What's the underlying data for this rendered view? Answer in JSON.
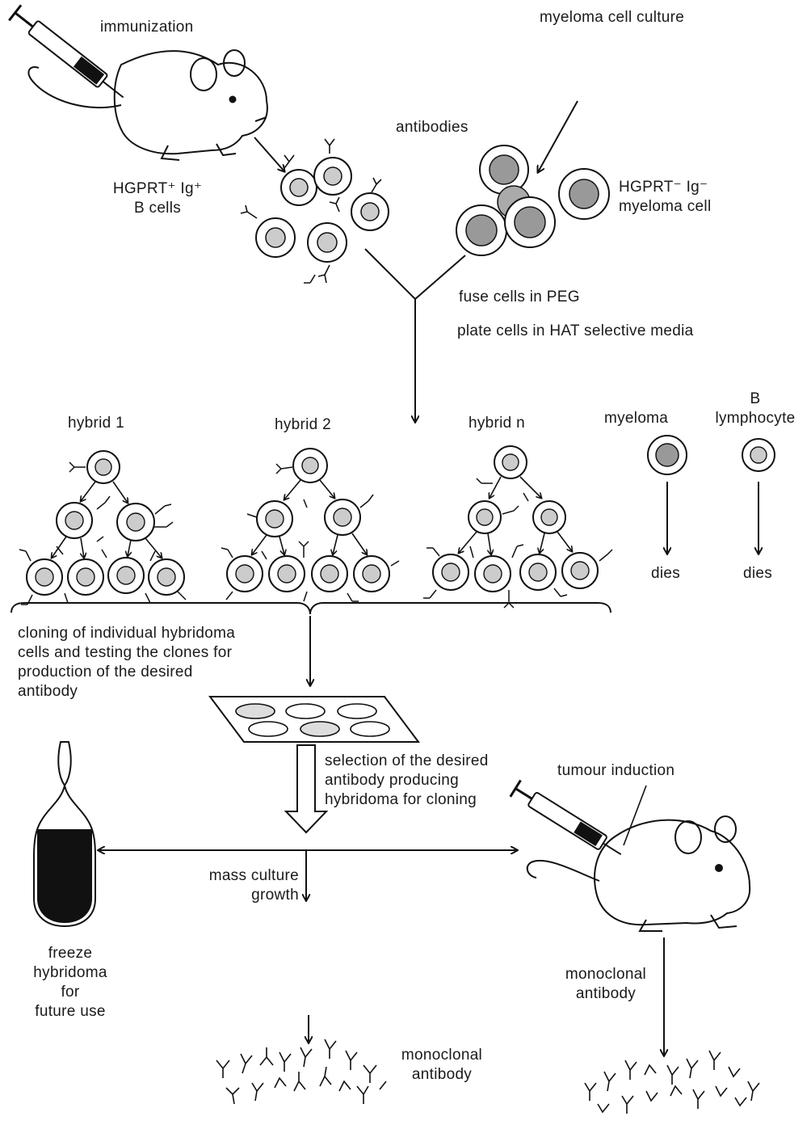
{
  "labels": {
    "immunization": "immunization",
    "myeloma_culture": "myeloma cell culture",
    "antibodies": "antibodies",
    "b_cells_line1": "HGPRT⁺ Ig⁺",
    "b_cells_line2": "B cells",
    "myeloma_cell_line1": "HGPRT⁻ Ig⁻",
    "myeloma_cell_line2": "myeloma cell",
    "fuse": "fuse cells in PEG",
    "plate": "plate cells in HAT selective media",
    "hybrid1": "hybrid 1",
    "hybrid2": "hybrid 2",
    "hybridn": "hybrid n",
    "myeloma": "myeloma",
    "b_lymph_line1": "B",
    "b_lymph_line2": "lymphocyte",
    "dies1": "dies",
    "dies2": "dies",
    "cloning_line1": "cloning of individual hybridoma",
    "cloning_line2": "cells and testing the clones for",
    "cloning_line3": "production of the desired",
    "cloning_line4": "antibody",
    "selection_line1": "selection of the desired",
    "selection_line2": "antibody   producing",
    "selection_line3": "hybridoma for cloning",
    "tumour": "tumour induction",
    "mass_line1": "mass culture",
    "mass_line2": "growth",
    "freeze_line1": "freeze",
    "freeze_line2": "hybridoma",
    "freeze_line3": "for",
    "freeze_line4": "future use",
    "mono_right_line1": "monoclonal",
    "mono_right_line2": "antibody",
    "mono_bottom_line1": "monoclonal",
    "mono_bottom_line2": "antibody"
  },
  "icons": [
    "syringe-icon",
    "mouse-icon",
    "cell-icon",
    "antibody-icon",
    "culture-plate-icon",
    "freezer-vial-icon",
    "rat-icon"
  ]
}
